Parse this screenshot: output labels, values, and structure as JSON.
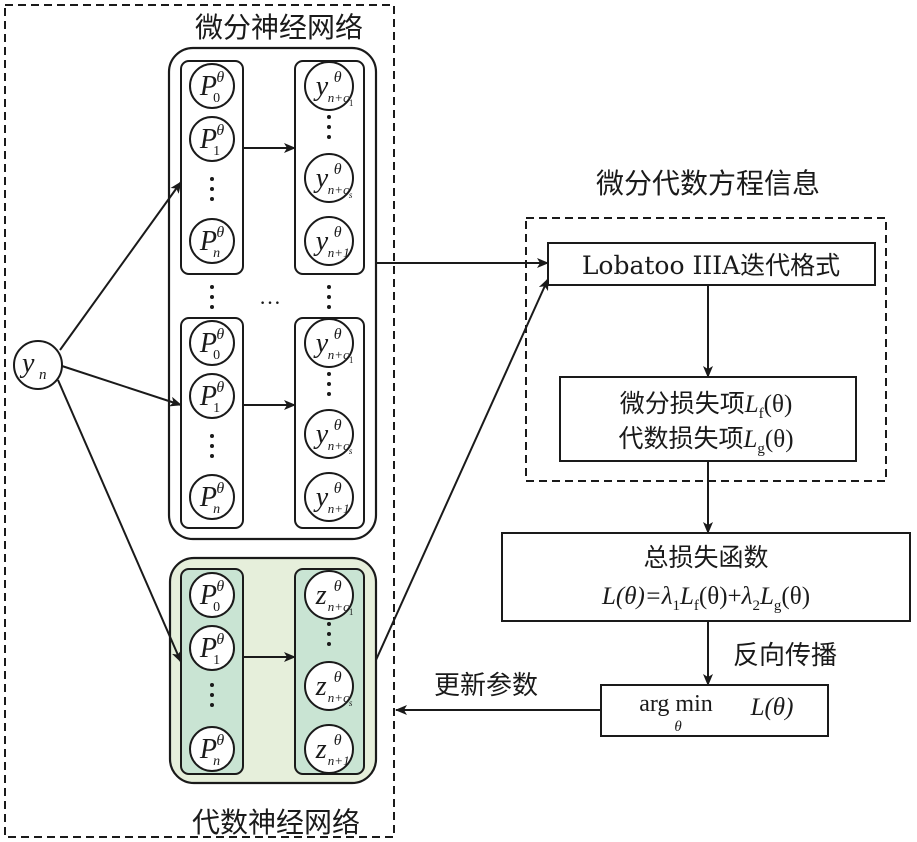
{
  "titles": {
    "dnn": "微分神经网络",
    "ann": "代数神经网络",
    "dae_info": "微分代数方程信息"
  },
  "input": {
    "var": "y",
    "sub": "n"
  },
  "theta": "θ",
  "dnn_blocks": [
    {
      "p_nodes": [
        {
          "var": "P",
          "sub": "0"
        },
        {
          "var": "P",
          "sub": "1"
        },
        {
          "var": "P",
          "sub": "n"
        }
      ],
      "out_nodes": [
        {
          "var": "y",
          "sub": "n+c1"
        },
        {
          "var": "y",
          "sub": "n+cs"
        },
        {
          "var": "y",
          "sub": "n+1"
        }
      ]
    },
    {
      "p_nodes": [
        {
          "var": "P",
          "sub": "0"
        },
        {
          "var": "P",
          "sub": "1"
        },
        {
          "var": "P",
          "sub": "n"
        }
      ],
      "out_nodes": [
        {
          "var": "y",
          "sub": "n+c1"
        },
        {
          "var": "y",
          "sub": "n+cs"
        },
        {
          "var": "y",
          "sub": "n+1"
        }
      ]
    }
  ],
  "ann_block": {
    "p_nodes": [
      {
        "var": "P",
        "sub": "0"
      },
      {
        "var": "P",
        "sub": "1"
      },
      {
        "var": "P",
        "sub": "n"
      }
    ],
    "out_nodes": [
      {
        "var": "z",
        "sub": "n+c1"
      },
      {
        "var": "z",
        "sub": "n+cs"
      },
      {
        "var": "z",
        "sub": "n+1"
      }
    ]
  },
  "ellipsis_h": "…",
  "boxes": {
    "lobatto": "Lobatoo IIIA迭代格式",
    "diff_loss_label": "微分损失项",
    "alg_loss_label": "代数损失项",
    "total_loss_title": "总损失函数",
    "argmin": "arg min",
    "argmin_sub": "θ"
  },
  "loss_terms": {
    "Lf": "L",
    "Lf_sub": "f",
    "Lg": "L",
    "Lg_sub": "g",
    "theta_arg": "(θ)"
  },
  "total_formula": {
    "lhs": "L(θ)=",
    "lambda1": "λ",
    "lambda1_sub": "1",
    "term1": "L",
    "term1_sub": "f",
    "plus": "(θ)+",
    "lambda2": "λ",
    "lambda2_sub": "2",
    "term2": "L",
    "term2_sub": "g",
    "tail": "(θ)"
  },
  "argmin_tail": "L(θ)",
  "edge_labels": {
    "backprop": "反向传播",
    "update": "更新参数"
  },
  "colors": {
    "line": "#1a1a1a",
    "ann_outer_fill": "#e6efdb",
    "ann_inner_fill": "#c9e4d3"
  }
}
